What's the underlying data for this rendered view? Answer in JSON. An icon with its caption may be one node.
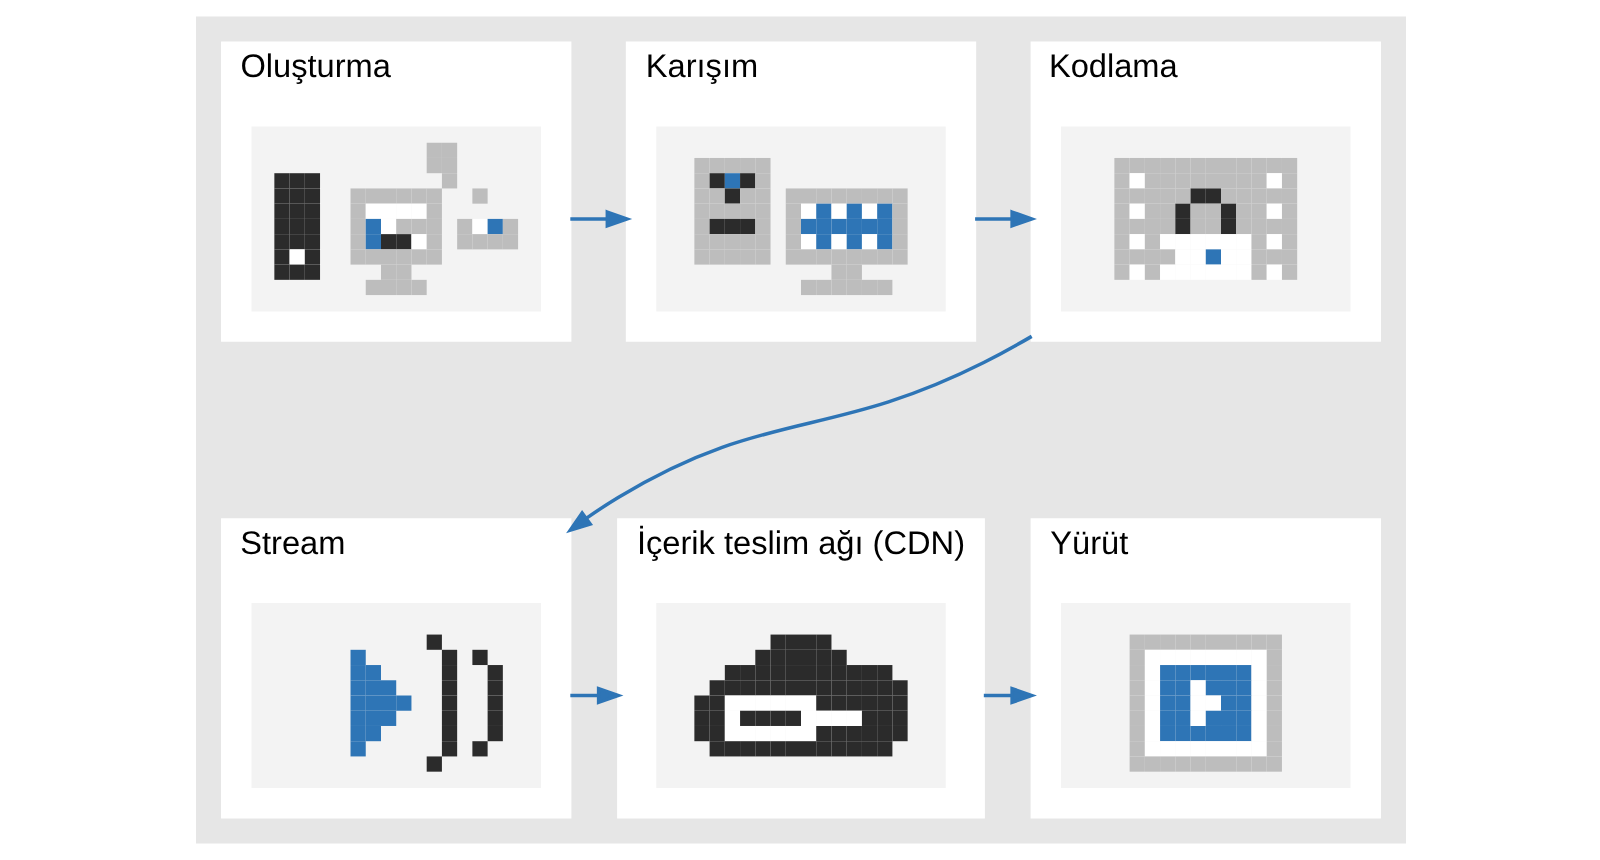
{
  "diagram": {
    "nodes": [
      {
        "text": [
          "Oluşturma"
        ]
      },
      {
        "text": [],
        "shape": "picture",
        "in": 0
      },
      {
        "text": [
          "Karışım"
        ]
      },
      {
        "text": [],
        "shape": "picture",
        "in": 2
      },
      {
        "text": [
          "Kodlama"
        ]
      },
      {
        "text": [],
        "shape": "picture",
        "in": 4
      },
      {
        "text": [
          "Stream"
        ]
      },
      {
        "text": [],
        "shape": "picture",
        "in": 6
      },
      {
        "text": [
          "İçerik teslim ağı (CDN)"
        ]
      },
      {
        "text": [],
        "shape": "picture",
        "in": 8
      },
      {
        "text": [
          "Yürüt"
        ]
      },
      {
        "text": [],
        "shape": "picture",
        "in": 10
      }
    ],
    "edges": [
      {
        "from": 0,
        "to": 2,
        "arrow": "to"
      },
      {
        "from": 2,
        "to": 4,
        "arrow": "to"
      },
      {
        "from": 4,
        "to": 6,
        "arrow": "to"
      },
      {
        "from": 6,
        "to": 8,
        "arrow": "to"
      },
      {
        "from": 8,
        "to": 10,
        "arrow": "to"
      }
    ]
  }
}
